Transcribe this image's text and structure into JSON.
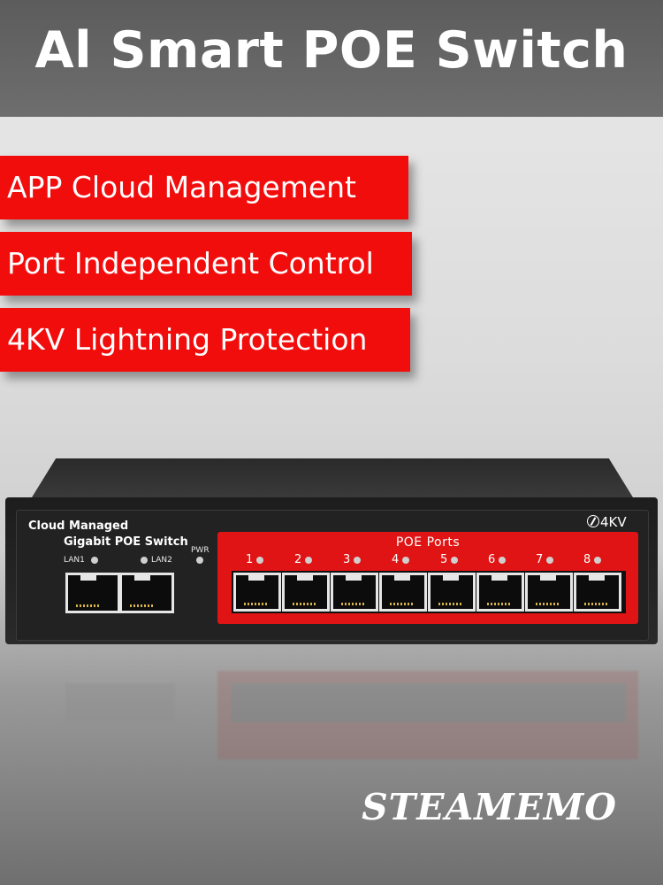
{
  "header": {
    "title": "Al Smart POE Switch"
  },
  "features": [
    {
      "label": "APP Cloud Management"
    },
    {
      "label": "Port Independent Control"
    },
    {
      "label": "4KV Lightning Protection"
    }
  ],
  "device": {
    "model_line1": "Cloud Managed",
    "model_line2": "Gigabit POE Switch",
    "lan_labels": [
      "LAN1",
      "LAN2"
    ],
    "pwr_label": "PWR",
    "poe_title": "POE Ports",
    "poe_port_numbers": [
      "1",
      "2",
      "3",
      "4",
      "5",
      "6",
      "7",
      "8"
    ],
    "kv_badge": "4KV"
  },
  "brand": {
    "name": "STEAMEMO"
  },
  "colors": {
    "accent_red": "#f20d0d",
    "panel_red": "#e01414",
    "header_gray": "#5c5c5c"
  }
}
